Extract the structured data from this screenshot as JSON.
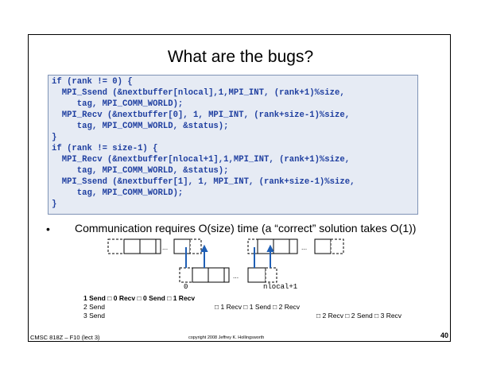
{
  "slide": {
    "title": "What are the bugs?",
    "code_lines": [
      "if (rank != 0) {",
      "  MPI_Ssend (&nextbuffer[nlocal],1,MPI_INT, (rank+1)%size,",
      "     tag, MPI_COMM_WORLD);",
      "  MPI_Recv (&nextbuffer[0], 1, MPI_INT, (rank+size-1)%size,",
      "     tag, MPI_COMM_WORLD, &status);",
      "}",
      "if (rank != size-1) {",
      "  MPI_Recv (&nextbuffer[nlocal+1],1,MPI_INT, (rank+1)%size,",
      "     tag, MPI_COMM_WORLD, &status);",
      "  MPI_Ssend (&nextbuffer[1], 1, MPI_INT, (rank+size-1)%size,",
      "     tag, MPI_COMM_WORLD);",
      "}"
    ],
    "bullet_symbol": "•",
    "bullet_text": "Communication requires O(size) time (a “correct” solution takes O(1))",
    "diagram": {
      "ellipsis": "...",
      "index_zero": "0",
      "index_nlocal": "nlocal+1"
    },
    "steps": {
      "row1": "1 Send □ 0 Recv □ 0 Send □ 1 Recv",
      "row2a": "2 Send",
      "row2b": "□ 1 Recv □ 1 Send □ 2 Recv",
      "row3a": "3 Send",
      "row3b": "□ 2 Recv □ 2 Send □ 3 Recv"
    },
    "footer": {
      "left": "CMSC 818Z – F10 (lect 3)",
      "center": "copyright 2008 Jeffrey K. Hollingsworth",
      "page_number": "40"
    }
  }
}
